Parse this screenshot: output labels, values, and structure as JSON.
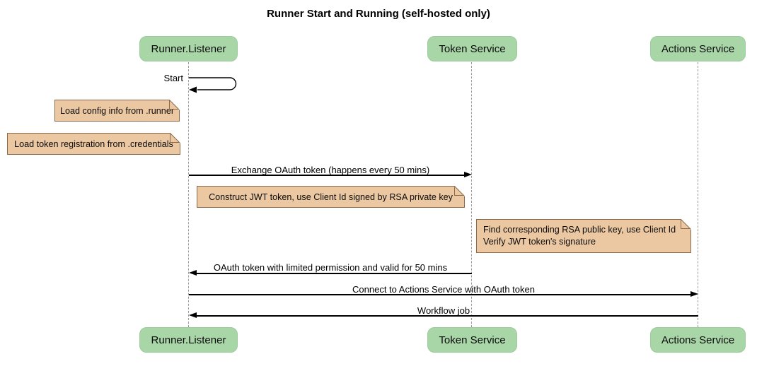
{
  "title": "Runner Start and Running (self-hosted only)",
  "diagram_type": "sequence",
  "participants": [
    "Runner.Listener",
    "Token Service",
    "Actions Service"
  ],
  "messages": {
    "start_self": "Start",
    "note_load_config": "Load config info from .runner",
    "note_load_credentials": "Load token registration from .credentials",
    "exchange_oauth": "Exchange OAuth token (happens every 50 mins)",
    "note_construct_jwt": "Construct JWT token, use Client Id signed by RSA private key",
    "note_verify_jwt": "Find corresponding RSA public key, use Client Id\nVerify JWT token's signature",
    "oauth_token_return": "OAuth token with limited permission and valid for 50 mins",
    "connect_actions": "Connect to Actions Service with OAuth token",
    "workflow_job": "Workflow job"
  },
  "colors": {
    "participant_fill": "#a8d6a7",
    "note_fill": "#ecc8a2",
    "note_border": "#8a6a4a",
    "lifeline": "#999999",
    "line": "#000000",
    "background": "#ffffff"
  }
}
